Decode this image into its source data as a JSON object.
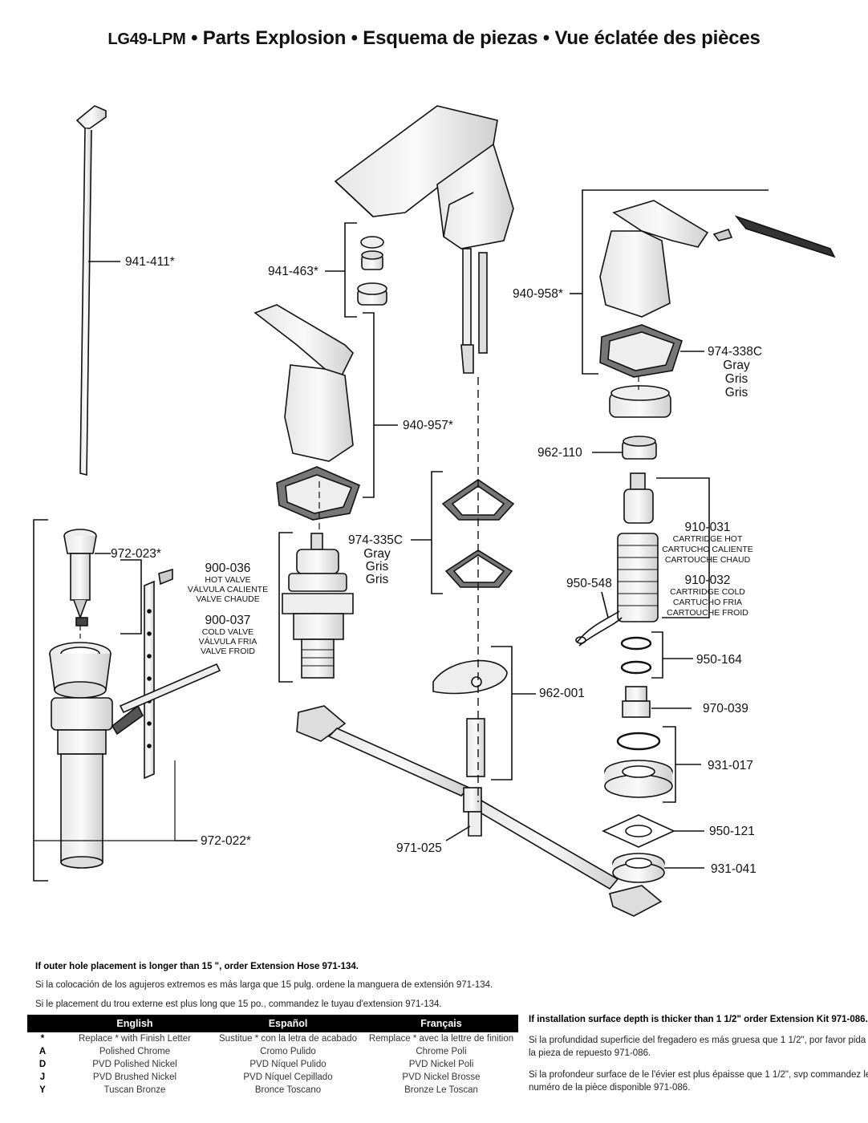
{
  "header": {
    "model": "LG49-LPM",
    "bullet": "•",
    "title_en": "Parts Explosion",
    "title_es": "Esquema de piezas",
    "title_fr": "Vue éclatée des pièces"
  },
  "parts": {
    "p941_411": "941-411*",
    "p941_463": "941-463*",
    "p940_958": "940-958*",
    "p974_338c": "974-338C",
    "p974_338c_gray": "Gray",
    "p974_338c_gris1": "Gris",
    "p974_338c_gris2": "Gris",
    "p940_957": "940-957*",
    "p962_110": "962-110",
    "p972_023": "972-023*",
    "p900_036": "900-036",
    "p900_036_en": "HOT VALVE",
    "p900_036_es": "VÁLVULA CALIENTE",
    "p900_036_fr": "VALVE CHAUDE",
    "p900_037": "900-037",
    "p900_037_en": "COLD VALVE",
    "p900_037_es": "VÁLVULA FRIA",
    "p900_037_fr": "VALVE FROID",
    "p974_335c": "974-335C",
    "p974_335c_gray": "Gray",
    "p974_335c_gris1": "Gris",
    "p974_335c_gris2": "Gris",
    "p910_031": "910-031",
    "p910_031_en": "CARTRIDGE HOT",
    "p910_031_es": "CARTUCHO CALIENTE",
    "p910_031_fr": "CARTOUCHE CHAUD",
    "p910_032": "910-032",
    "p910_032_en": "CARTRIDGE COLD",
    "p910_032_es": "CARTUCHO FRIA",
    "p910_032_fr": "CARTOUCHE FROID",
    "p950_548": "950-548",
    "p950_164": "950-164",
    "p962_001": "962-001",
    "p970_039": "970-039",
    "p931_017": "931-017",
    "p972_022": "972-022*",
    "p971_025": "971-025",
    "p950_121": "950-121",
    "p931_041": "931-041"
  },
  "notes": {
    "extension_hose_en": "If outer hole placement is longer than 15 \", order Extension Hose  971-134.",
    "extension_hose_es": "Si la colocación de los agujeros extremos es más larga que 15 pulg. ordene la manguera de extensión 971-134.",
    "extension_hose_fr": "Si le placement du trou externe est plus long que 15 po., commandez le tuyau d'extension 971-134.",
    "extension_kit_en": "If installation surface depth is thicker than 1 1/2\" order Extension Kit 971-086.",
    "extension_kit_es_1": "Si la profundidad superficie del fregadero es más gruesa que 1 1/2\", por favor pida",
    "extension_kit_es_2": "la pieza de repuesto 971-086.",
    "extension_kit_fr_1": "Si la profondeur surface de le l'évier est plus épaisse que 1 1/2\", svp commandez le",
    "extension_kit_fr_2": "numéro de la pièce disponible 971-086."
  },
  "finish_table": {
    "headers": [
      "English",
      "Español",
      "Français"
    ],
    "rows": [
      {
        "code": "*",
        "en": "Replace * with Finish Letter",
        "es": "Sustitue * con la letra de acabado",
        "fr": "Remplace * avec la lettre de finition"
      },
      {
        "code": "A",
        "en": "Polished Chrome",
        "es": "Cromo Pulido",
        "fr": "Chrome Poli"
      },
      {
        "code": "D",
        "en": "PVD Polished Nickel",
        "es": "PVD Níquel Pulido",
        "fr": "PVD Nickel Poli"
      },
      {
        "code": "J",
        "en": "PVD Brushed Nickel",
        "es": "PVD Níquel Cepillado",
        "fr": "PVD Nickel Brosse"
      },
      {
        "code": "Y",
        "en": "Tuscan Bronze",
        "es": "Bronce Toscano",
        "fr": "Bronze Le Toscan"
      }
    ]
  },
  "colors": {
    "line": "#111111",
    "table_header_bg": "#000000",
    "part_fill": "#f4f4f4",
    "part_shade": "#cfcfcf"
  }
}
